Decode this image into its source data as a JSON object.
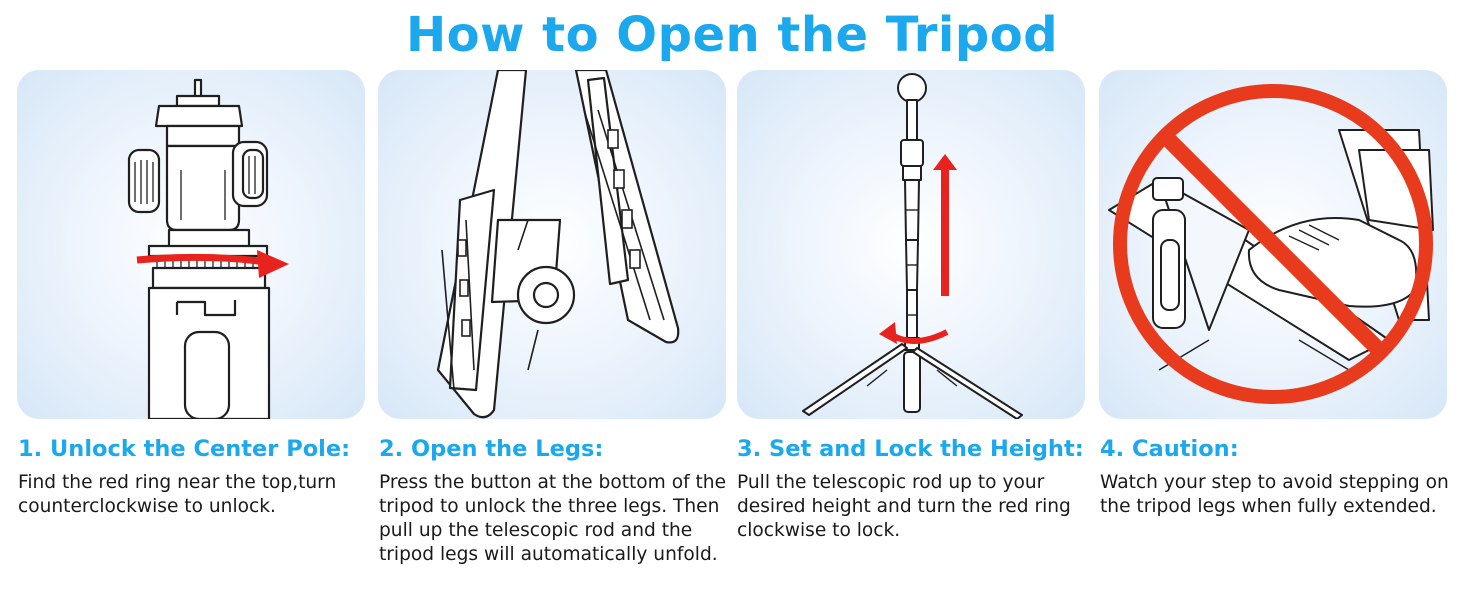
{
  "title": "How to Open the Tripod",
  "accent_color": "#1ba8ec",
  "steps": [
    {
      "title": "1. Unlock the Center Pole:",
      "text": "Find the red ring near the top,turn counterclockwise to unlock.",
      "illustration": "tripod-head-unlock"
    },
    {
      "title": "2. Open the Legs:",
      "text": "Press the button at the bottom of the tripod to unlock the three legs. Then pull up the telescopic rod and the tripod legs will automatically unfold.",
      "illustration": "tripod-legs-open"
    },
    {
      "title": "3. Set and Lock the Height:",
      "text": "Pull the telescopic rod up to your desired height and turn the red ring clockwise to lock.",
      "illustration": "tripod-extend-lock"
    },
    {
      "title": "4. Caution:",
      "text": "Watch your step to avoid stepping on the tripod legs when fully extended.",
      "illustration": "no-stepping-sign"
    }
  ]
}
